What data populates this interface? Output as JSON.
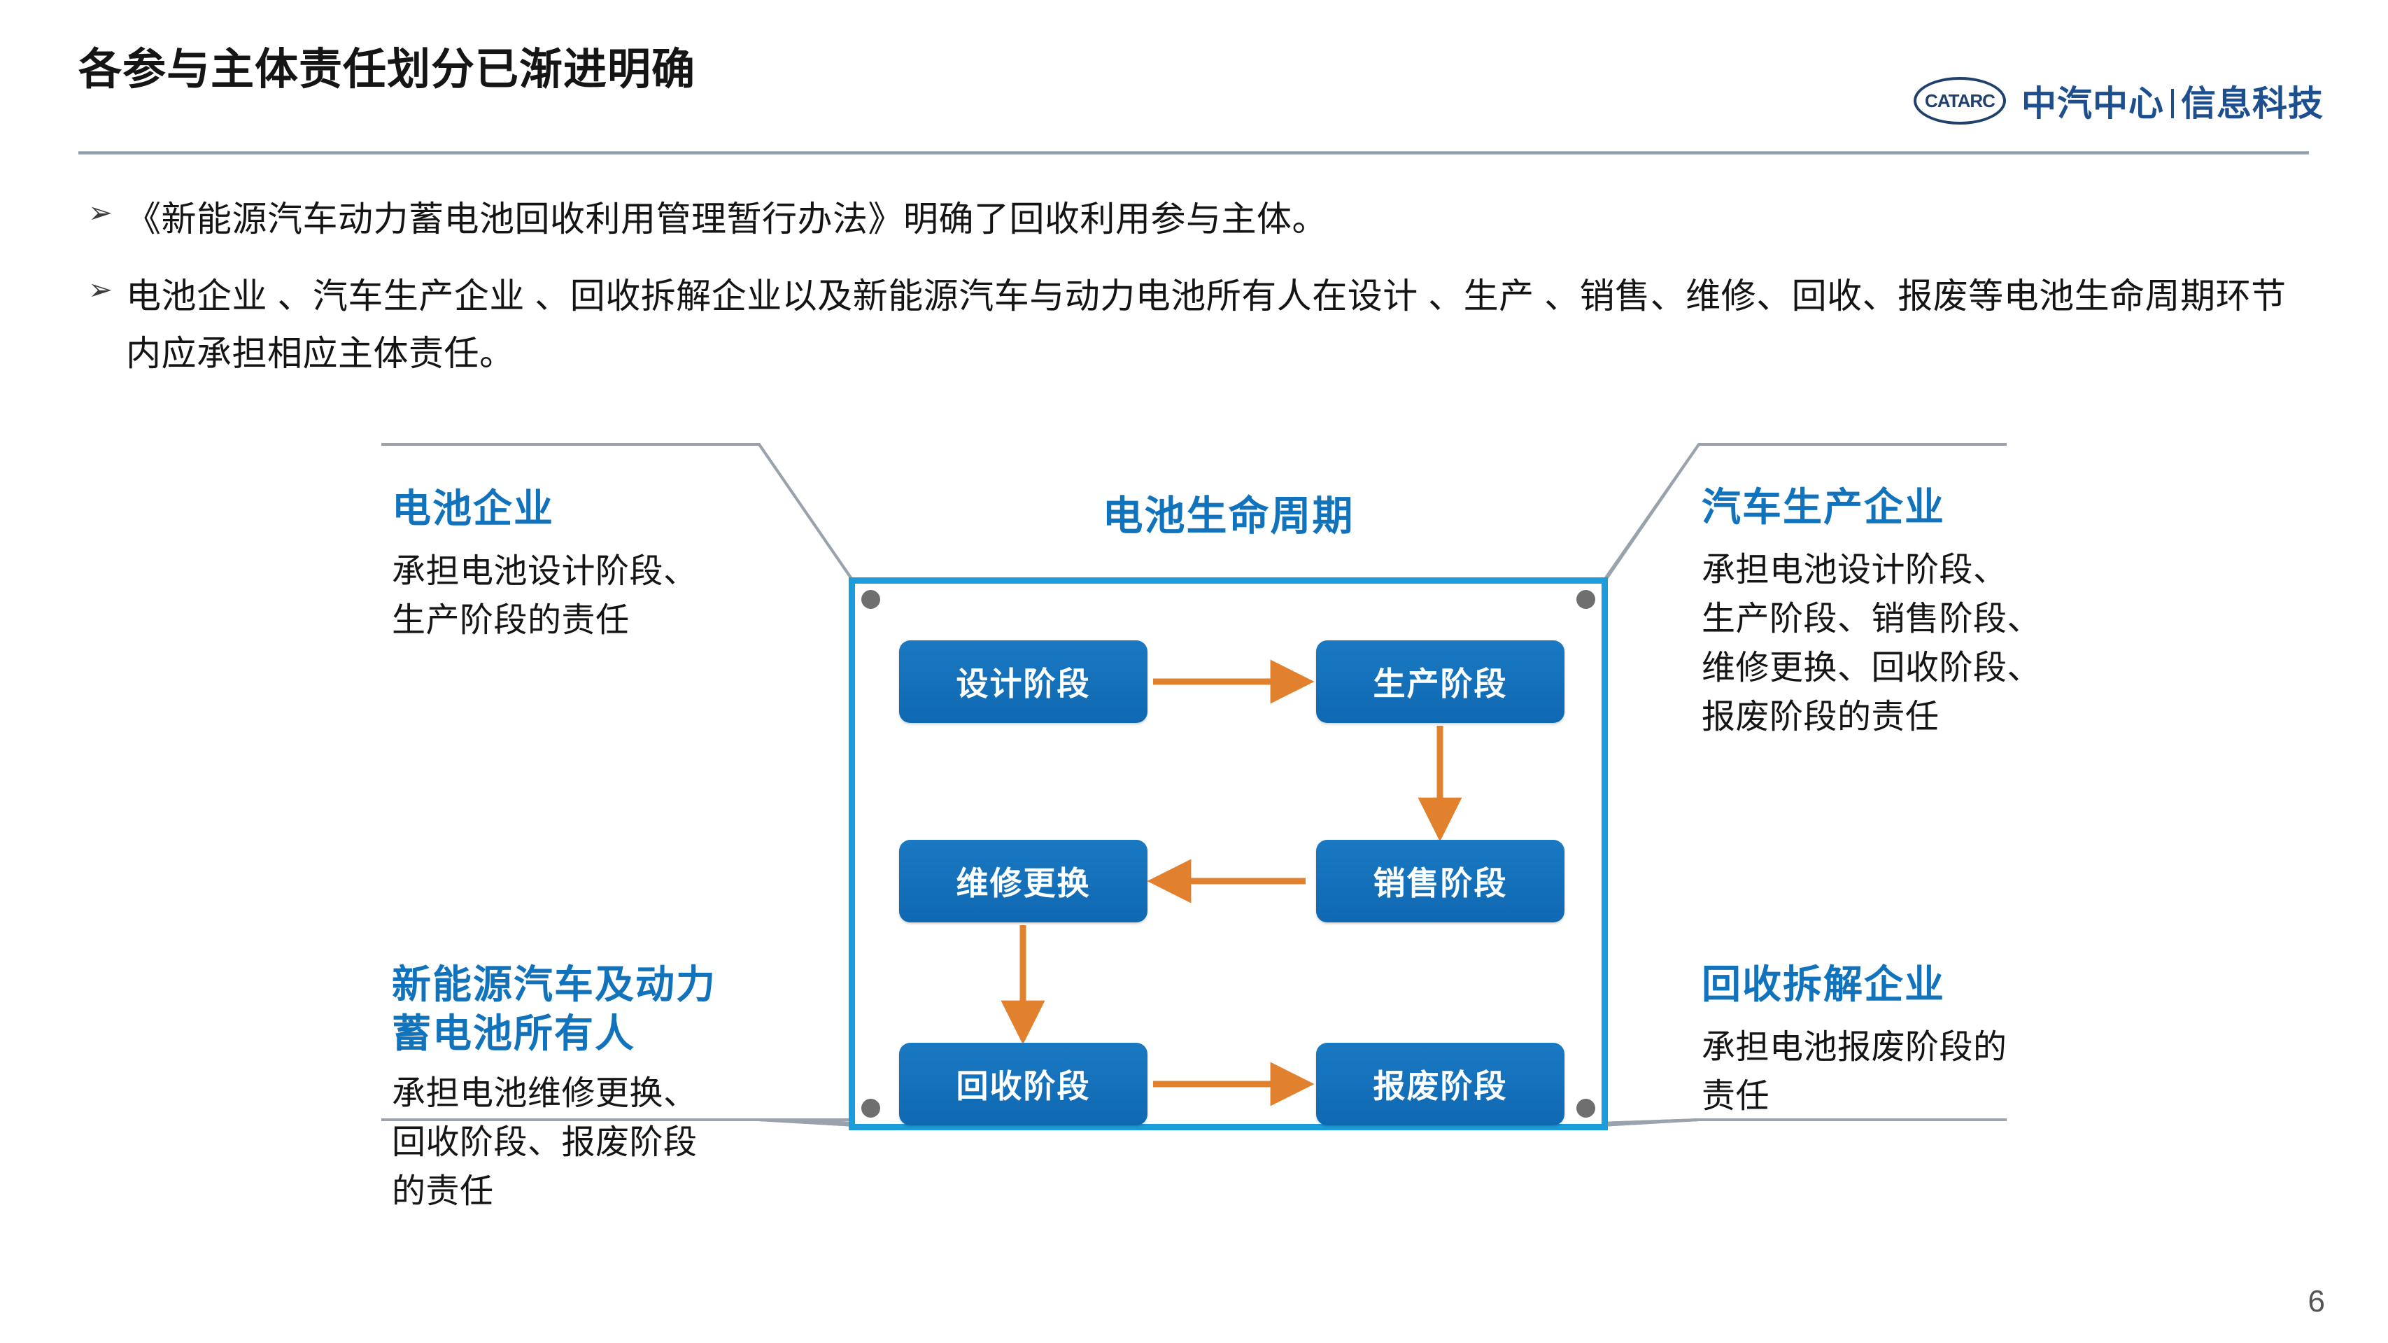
{
  "header": {
    "title": "各参与主体责任划分已渐进明确",
    "logo_mark": "CATARC",
    "logo_text_left": "中汽中心",
    "logo_text_right": "信息科技"
  },
  "bullets": [
    {
      "marker": "➢",
      "text": "《新能源汽车动力蓄电池回收利用管理暂行办法》明确了回收利用参与主体。"
    },
    {
      "marker": "➢",
      "text": "电池企业 、汽车生产企业 、回收拆解企业以及新能源汽车与动力电池所有人在设计 、生产 、销售、维修、回收、报废等电池生命周期环节内应承担相应主体责任。"
    }
  ],
  "diagram": {
    "cycle_title": "电池生命周期",
    "stages": [
      {
        "id": "design",
        "label": "设计阶段"
      },
      {
        "id": "produce",
        "label": "生产阶段"
      },
      {
        "id": "repair",
        "label": "维修更换"
      },
      {
        "id": "sale",
        "label": "销售阶段"
      },
      {
        "id": "recycle",
        "label": "回收阶段"
      },
      {
        "id": "scrap",
        "label": "报废阶段"
      }
    ],
    "flow": [
      "设计阶段 → 生产阶段",
      "生产阶段 → 销售阶段",
      "销售阶段 → 维修更换",
      "维修更换 → 回收阶段",
      "回收阶段 → 报废阶段"
    ],
    "colors": {
      "frame": "#1b9ddb",
      "stage_box": "#0f68b2",
      "arrow": "#e1802d",
      "heading": "#1273bd"
    }
  },
  "quadrants": {
    "top_left": {
      "title": "电池企业",
      "body": "承担电池设计阶段、\n生产阶段的责任"
    },
    "top_right": {
      "title": "汽车生产企业",
      "body": "承担电池设计阶段、\n生产阶段、销售阶段、\n维修更换、回收阶段、\n报废阶段的责任"
    },
    "bottom_left": {
      "title": "新能源汽车及动力\n蓄电池所有人",
      "body": "承担电池维修更换、\n回收阶段、报废阶段\n的责任"
    },
    "bottom_right": {
      "title": "回收拆解企业",
      "body": "承担电池报废阶段的\n责任"
    }
  },
  "footer": {
    "page_number": "6"
  }
}
